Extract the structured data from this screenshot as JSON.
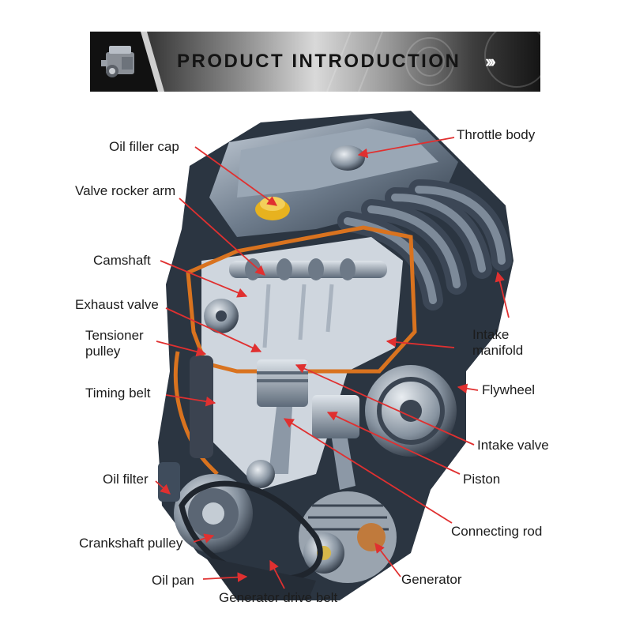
{
  "banner": {
    "title": "PRODUCT INTRODUCTION",
    "chevrons": "›››",
    "thumbnail_icon": "engine-icon"
  },
  "labels": {
    "oil_filler_cap": "Oil filler cap",
    "valve_rocker_arm": "Valve rocker arm",
    "camshaft": "Camshaft",
    "exhaust_valve": "Exhaust valve",
    "tensioner_pulley_1": "Tensioner",
    "tensioner_pulley_2": "pulley",
    "timing_belt": "Timing belt",
    "oil_filter": "Oil filter",
    "crankshaft_pulley": "Crankshaft pulley",
    "oil_pan": "Oil pan",
    "generator_drive_belt": "Generator drive belt",
    "throttle_body": "Throttle body",
    "intake_manifold_1": "Intake",
    "intake_manifold_2": "manifold",
    "flywheel": "Flywheel",
    "intake_valve": "Intake valve",
    "piston": "Piston",
    "connecting_rod": "Connecting rod",
    "generator": "Generator"
  },
  "colors": {
    "arrow": "#e03030",
    "timing_belt": "#d9731f",
    "engine_dark": "#2f3a47",
    "engine_mid": "#6e7c8c",
    "engine_light": "#b9c3ce",
    "cap": "#e7b21f"
  }
}
